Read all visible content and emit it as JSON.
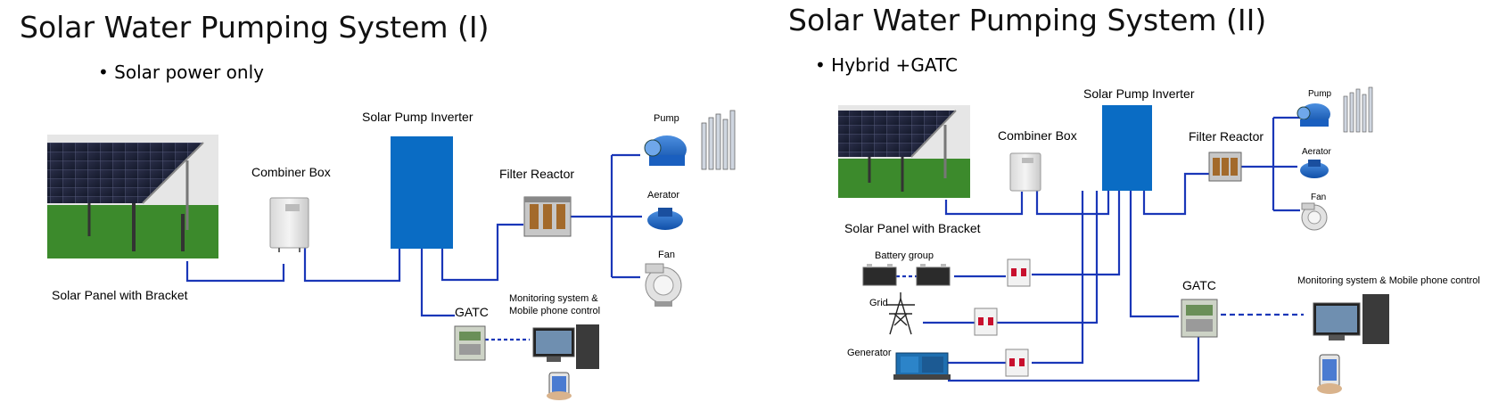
{
  "colors": {
    "wire": "#1a37b8",
    "inverter": "#0a6cc4",
    "grass": "#3c8a2c",
    "breaker_red": "#c8102e"
  },
  "left": {
    "title": "Solar Water Pumping System (I)",
    "bullet": "Solar power only",
    "labels": {
      "inverter": "Solar Pump Inverter",
      "combiner": "Combiner Box",
      "filter": "Filter Reactor",
      "panel": "Solar Panel with Bracket",
      "pump": "Pump",
      "aerator": "Aerator",
      "fan": "Fan",
      "gatc": "GATC",
      "monitoring_1": "Monitoring system &",
      "monitoring_2": "Mobile phone control"
    }
  },
  "right": {
    "title": "Solar Water Pumping System (II)",
    "bullet": "Hybrid +GATC",
    "labels": {
      "inverter": "Solar Pump Inverter",
      "combiner": "Combiner Box",
      "filter": "Filter Reactor",
      "panel": "Solar Panel with Bracket",
      "pump": "Pump",
      "aerator": "Aerator",
      "fan": "Fan",
      "battery": "Battery group",
      "grid": "Grid",
      "generator": "Generator",
      "gatc": "GATC",
      "monitoring": "Monitoring system & Mobile phone control"
    }
  },
  "icons": [
    "solar-panel-icon",
    "combiner-box-icon",
    "inverter-icon",
    "filter-reactor-icon",
    "pump-icon",
    "aerator-icon",
    "fan-icon",
    "gatc-icon",
    "computer-icon",
    "phone-icon",
    "battery-icon",
    "transmission-tower-icon",
    "generator-icon",
    "breaker-icon"
  ]
}
